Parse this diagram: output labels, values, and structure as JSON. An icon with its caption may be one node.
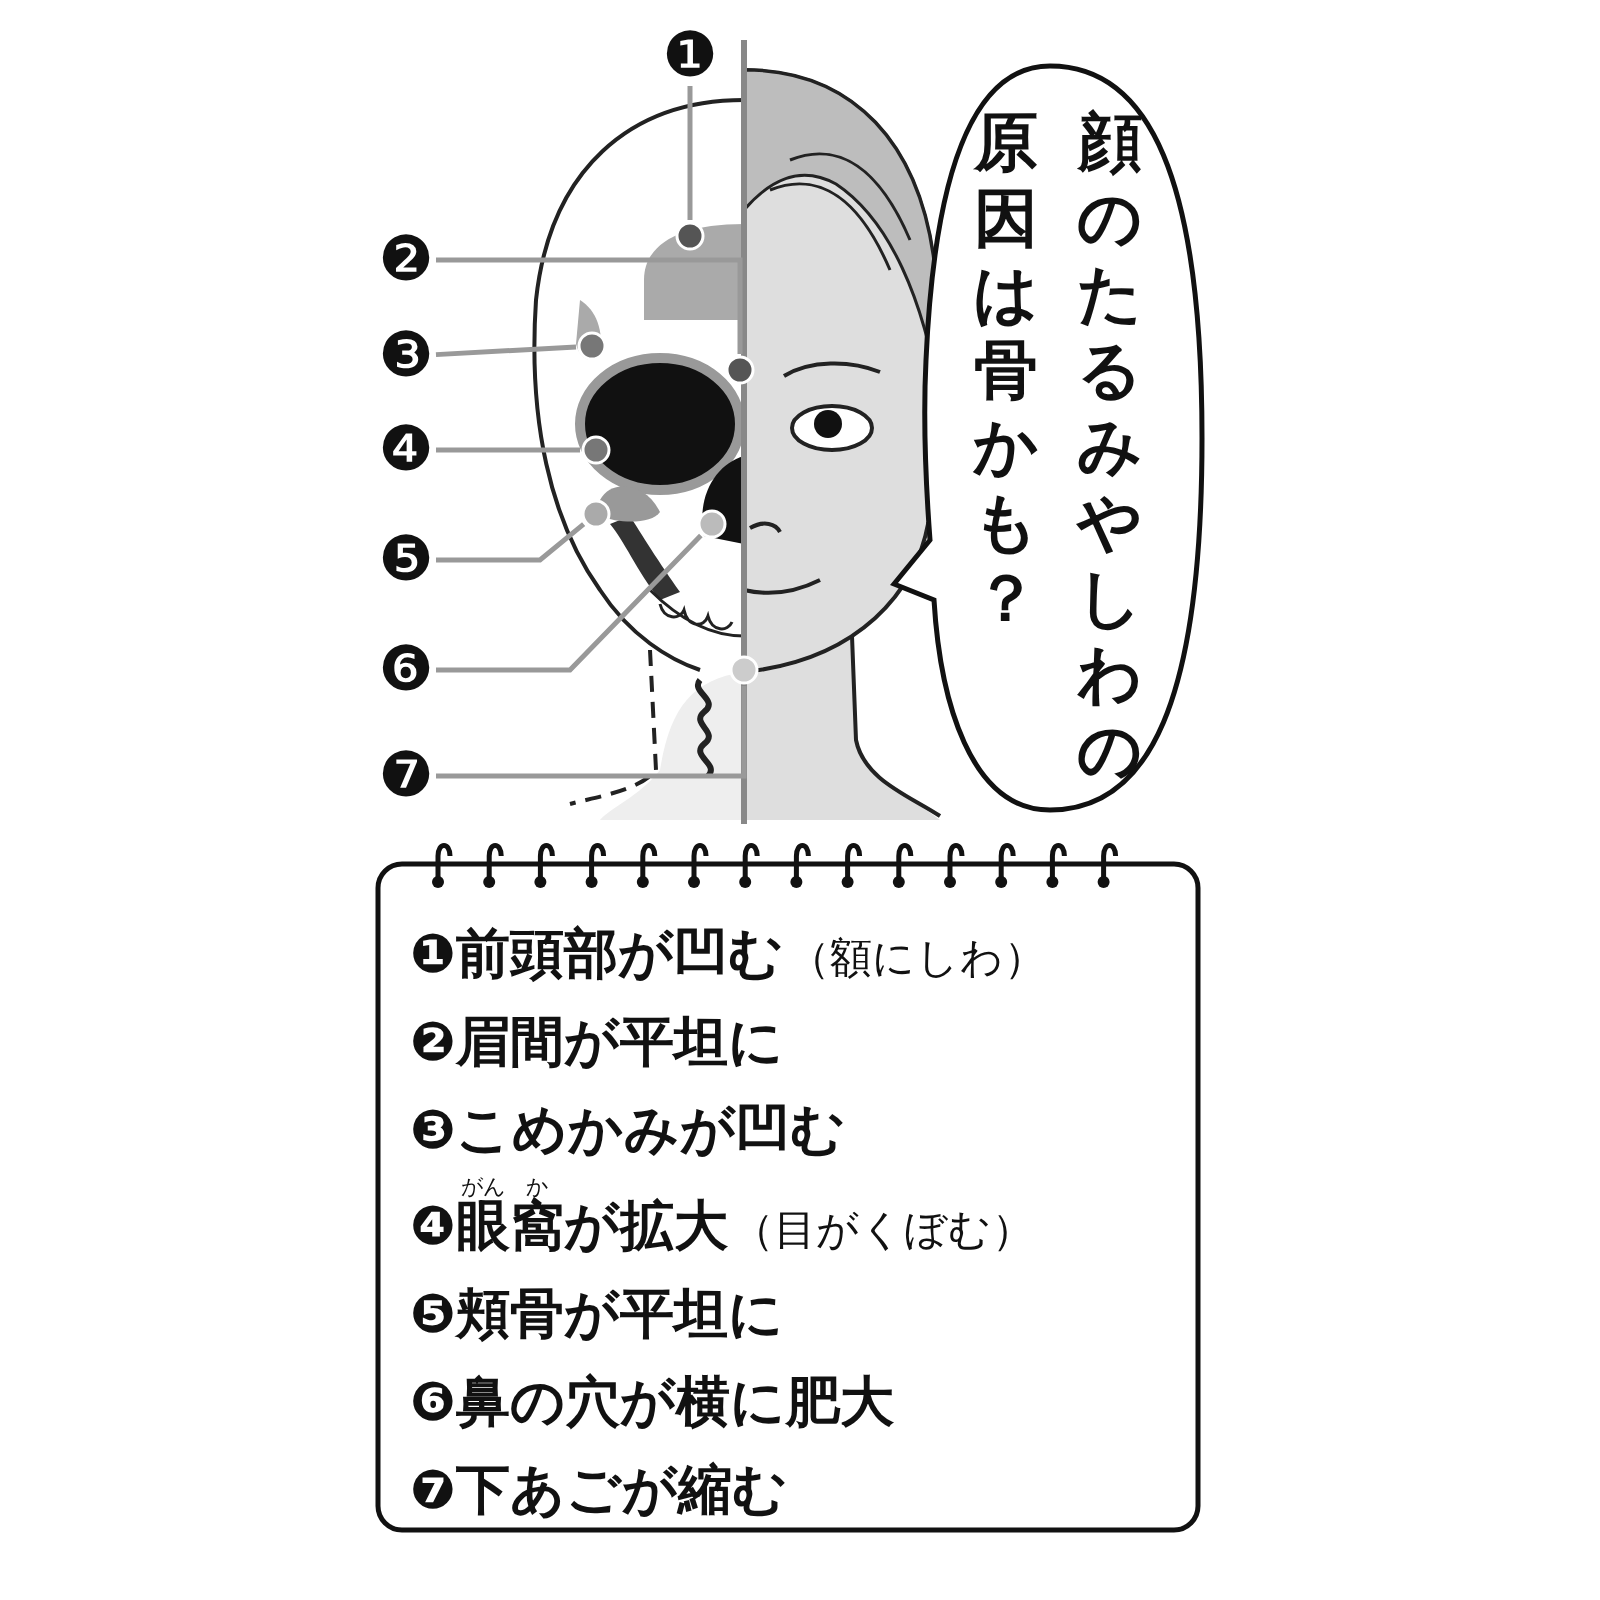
{
  "diagram": {
    "nodes": [
      {
        "text": [
          "❶"
        ]
      },
      {
        "text": [
          "❷"
        ]
      },
      {
        "text": [
          "❸"
        ]
      },
      {
        "text": [
          "❹"
        ]
      },
      {
        "text": [
          "❺"
        ]
      },
      {
        "text": [
          "❻"
        ]
      },
      {
        "text": [
          "❼"
        ]
      },
      {
        "text": [],
        "shape": "circle"
      },
      {
        "text": [],
        "shape": "circle"
      },
      {
        "text": [],
        "shape": "circle"
      },
      {
        "text": [],
        "shape": "circle"
      },
      {
        "text": [],
        "shape": "circle"
      },
      {
        "text": [],
        "shape": "circle"
      },
      {
        "text": [],
        "shape": "circle"
      },
      {
        "text": [
          "顔のたるみやしわの原因は骨かも？"
        ]
      }
    ],
    "edges": [
      {
        "from": 0,
        "to": 7,
        "arrow": "none"
      },
      {
        "from": 1,
        "to": 8,
        "arrow": "none"
      },
      {
        "from": 2,
        "to": 9,
        "arrow": "none"
      },
      {
        "from": 3,
        "to": 10,
        "arrow": "none"
      },
      {
        "from": 4,
        "to": 11,
        "arrow": "none"
      },
      {
        "from": 5,
        "to": 12,
        "arrow": "none"
      },
      {
        "from": 6,
        "to": 13,
        "arrow": "none"
      }
    ],
    "labels": [
      "❶前頭部が凹む",
      "（額にしわ）",
      "❷眉間が平坦に",
      "❸こめかみが凹む",
      "がん",
      "か",
      "❹眼窩が拡大",
      "（目がくぼむ）",
      "❺頬骨が平坦に",
      "❻鼻の穴が横に肥大",
      "❼下あごが縮む"
    ]
  }
}
